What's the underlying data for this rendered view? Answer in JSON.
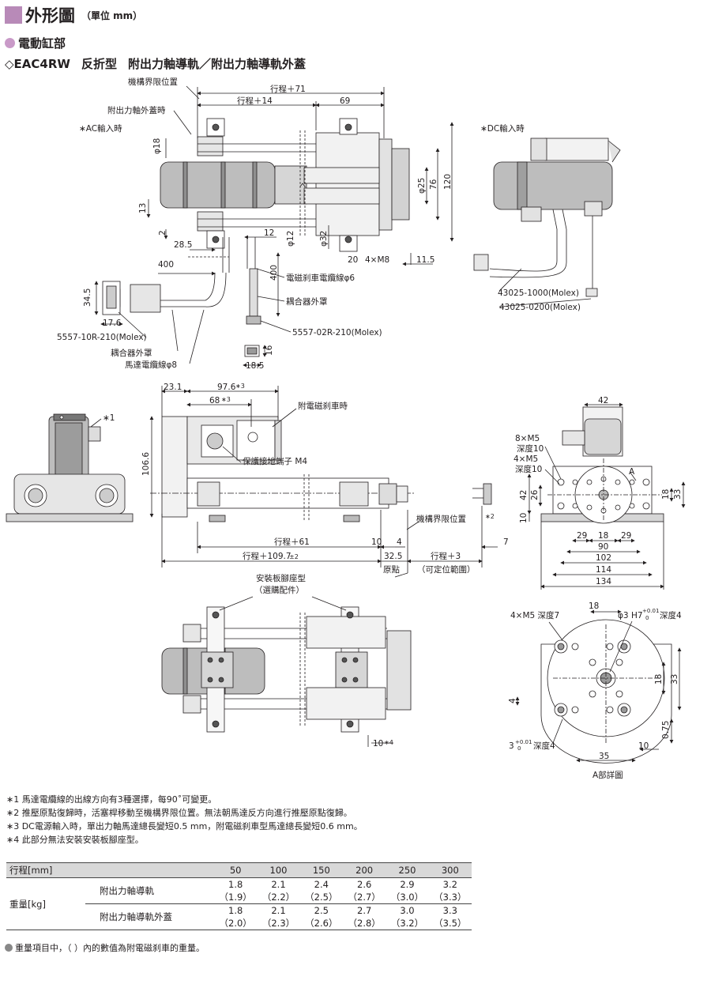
{
  "header": {
    "title": "外形圖",
    "unit": "（單位 mm）"
  },
  "section": {
    "title": "電動缸部"
  },
  "model": {
    "prefix": "◇",
    "name": "EAC4RW",
    "type": "反折型",
    "guide": "附出力軸導軌／附出力軸導軌外蓋"
  },
  "drawing": {
    "top": {
      "mech_limit": "機構界限位置",
      "stroke71": "行程＋71",
      "stroke14": "行程＋14",
      "d69": "69",
      "cover_time": "附出力軸外蓋時",
      "ac_input": "∗AC輸入時",
      "dc_input": "∗DC輸入時",
      "phi18": "φ18",
      "d13": "13",
      "d2": "2",
      "d28_5": "28.5",
      "d12": "12",
      "phi12": "φ12",
      "phi32": "φ32",
      "phi25": "φ25",
      "d76": "76",
      "d120": "120",
      "d20": "20",
      "m8": "4×M8",
      "d11_5": "11.5",
      "d400a": "400",
      "d400b": "400",
      "brake_cable": "電磁刹車電纜線φ6",
      "coupler_cover": "耦合器外罩",
      "conn_02r": "5557-02R-210(Molex)",
      "conn_10r": "5557-10R-210(Molex)",
      "d34_5": "34.5",
      "d17_6": "17.6",
      "coupler_cover2": "耦合器外罩",
      "motor_cable": "馬達電纜線φ8",
      "d16": "16",
      "d18_5": "18.5",
      "molex1000": "43025-1000(Molex)",
      "molex0200": "43025-0200(Molex)"
    },
    "mid": {
      "d23_1": "23.1",
      "d97_6": "97.6",
      "d68": "68",
      "star3": "∗3",
      "brake_time": "附電磁刹車時",
      "star1": "∗1",
      "d106_6": "106.6",
      "ground": "保護接地端子 M4",
      "mech_limit2": "機構界限位置",
      "star2": "∗2",
      "stroke61": "行程＋61",
      "d10": "10",
      "d4": "4",
      "stroke3": "行程＋3",
      "d7": "7",
      "stroke109": "行程＋109.7",
      "pm2": "±2",
      "d32_5": "32.5",
      "origin": "原點",
      "range": "（可定位範圍）"
    },
    "side": {
      "d42": "42",
      "m5a": "8×M5",
      "depth10a": "深度10",
      "m5b": "4×M5",
      "depth10b": "深度10",
      "a": "A",
      "d42b": "42",
      "d26": "26",
      "d10": "10",
      "d18": "18",
      "d33": "33",
      "d29a": "29",
      "d18b": "18",
      "d29b": "29",
      "d90": "90",
      "d102": "102",
      "d114": "114",
      "d134": "134"
    },
    "bottom": {
      "mount": "安裝板腳座型",
      "option": "（選購配件）",
      "d10": "10",
      "star4": "∗4"
    },
    "detail": {
      "m5": "4×M5 深度7",
      "d18": "18",
      "phi3": "φ3 H7",
      "tol": "+0.01",
      "tol0": "0",
      "depth4": "深度4",
      "d18v": "18",
      "d33": "33",
      "d4": "4",
      "d0_75": "0.75",
      "slot": "3",
      "slotdepth": "深度4",
      "d10": "10",
      "d35": "35",
      "caption": "A部詳圖"
    }
  },
  "notes": [
    "∗1 馬達電纜線的出線方向有3種選擇，每90˚可變更。",
    "∗2 推壓原點復歸時，活塞桿移動至機構界限位置。無法朝馬達反方向進行推壓原點復歸。",
    "∗3 DC電源輸入時，單出力軸馬達總長變短0.5 mm，附電磁刹車型馬達總長變短0.6 mm。",
    "∗4 此部分無法安裝安裝板腳座型。"
  ],
  "table": {
    "header": [
      "行程[mm]",
      "50",
      "100",
      "150",
      "200",
      "250",
      "300"
    ],
    "group": "重量[kg]",
    "rows": [
      {
        "label": "附出力軸導軌",
        "vals": [
          "1.8",
          "2.1",
          "2.4",
          "2.6",
          "2.9",
          "3.2"
        ],
        "brake": [
          "（1.9）",
          "（2.2）",
          "（2.5）",
          "（2.7）",
          "（3.0）",
          "（3.3）"
        ]
      },
      {
        "label": "附出力軸導軌外蓋",
        "vals": [
          "1.8",
          "2.1",
          "2.5",
          "2.7",
          "3.0",
          "3.3"
        ],
        "brake": [
          "（2.0）",
          "（2.3）",
          "（2.6）",
          "（2.8）",
          "（3.2）",
          "（3.5）"
        ]
      }
    ]
  },
  "footnote": "重量項目中，（ ）內的數值為附電磁刹車的重量。",
  "colors": {
    "accent": "#b88ab8",
    "header_bg": "#d8d8d8",
    "body_gray": "#bdbdbd"
  }
}
